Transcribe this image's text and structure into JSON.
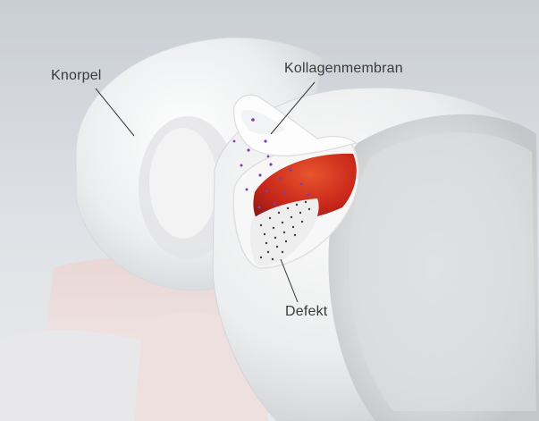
{
  "labels": {
    "knorpel": "Knorpel",
    "kollagenmembran": "Kollagenmembran",
    "defekt": "Defekt"
  },
  "colors": {
    "background_top": "#c8cdd3",
    "cartilage": "#f2f2f2",
    "defect_red": "#c8261a",
    "membrane": "#ffffff",
    "dots": "#7b3fb0",
    "leader_lines": "#333333"
  },
  "icons": [
    "knee-joint-illustration",
    "collagen-membrane-shape",
    "cartilage-defect-shape"
  ]
}
